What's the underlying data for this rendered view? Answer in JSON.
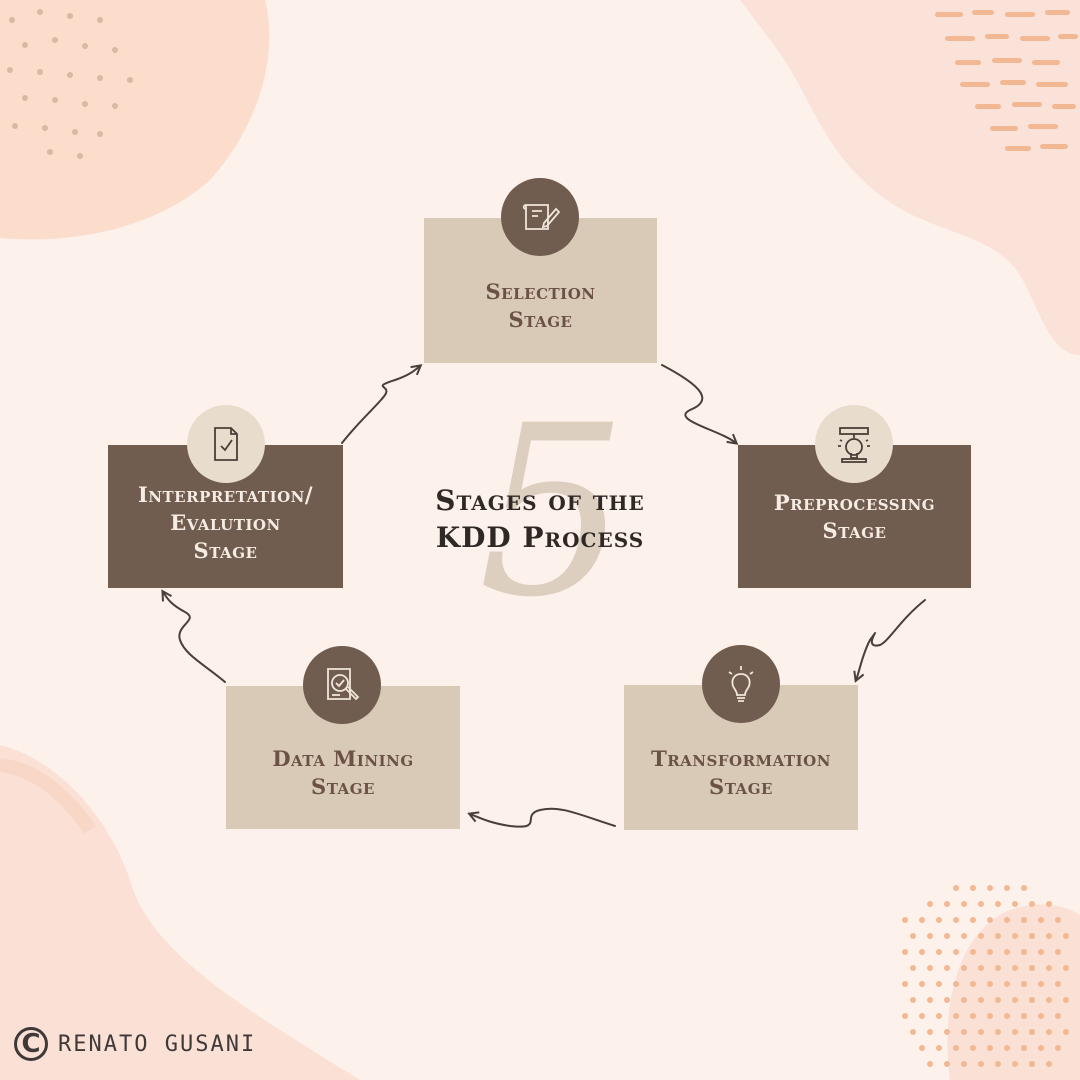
{
  "diagram": {
    "title_lines": [
      "Stages of the",
      "KDD Process"
    ],
    "big_number": "5",
    "stages": [
      {
        "lines": [
          "Selection",
          "Stage"
        ],
        "icon": "blueprint-pencil-icon"
      },
      {
        "lines": [
          "Preprocessing",
          "Stage"
        ],
        "icon": "scale-lightbulb-icon"
      },
      {
        "lines": [
          "Transformation",
          "Stage"
        ],
        "icon": "lightbulb-icon"
      },
      {
        "lines": [
          "Data Mining",
          "Stage"
        ],
        "icon": "document-magnifier-icon"
      },
      {
        "lines": [
          "Interpretation/",
          "Evalution",
          "Stage"
        ],
        "icon": "document-check-icon"
      }
    ]
  },
  "credit": {
    "symbol": "C",
    "author": "RENATO GUSANI"
  },
  "colors": {
    "background": "#fdf1ec",
    "light_box": "#d8cab6",
    "dark_box": "#705d4f",
    "accent_orange": "#f2b894"
  }
}
